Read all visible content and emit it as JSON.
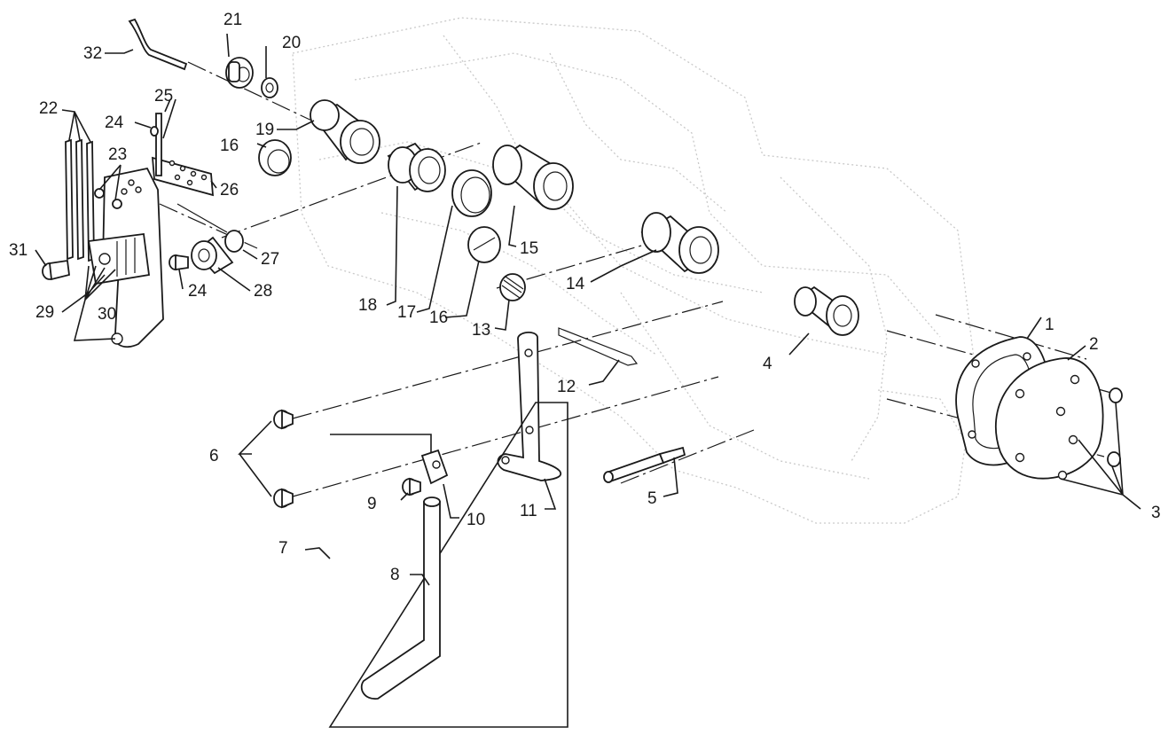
{
  "diagram": {
    "labels": {
      "p1": "1",
      "p2": "2",
      "p3": "3",
      "p4": "4",
      "p5": "5",
      "p6": "6",
      "p7": "7",
      "p8": "8",
      "p9": "9",
      "p10": "10",
      "p11": "11",
      "p12": "12",
      "p13": "13",
      "p14": "14",
      "p15": "15",
      "p16a": "16",
      "p16b": "16",
      "p17": "17",
      "p18": "18",
      "p19": "19",
      "p20": "20",
      "p21": "21",
      "p22": "22",
      "p23": "23",
      "p24a": "24",
      "p24b": "24",
      "p25": "25",
      "p26": "26",
      "p27": "27",
      "p28": "28",
      "p29": "29",
      "p30": "30",
      "p31": "31",
      "p32": "32"
    }
  }
}
